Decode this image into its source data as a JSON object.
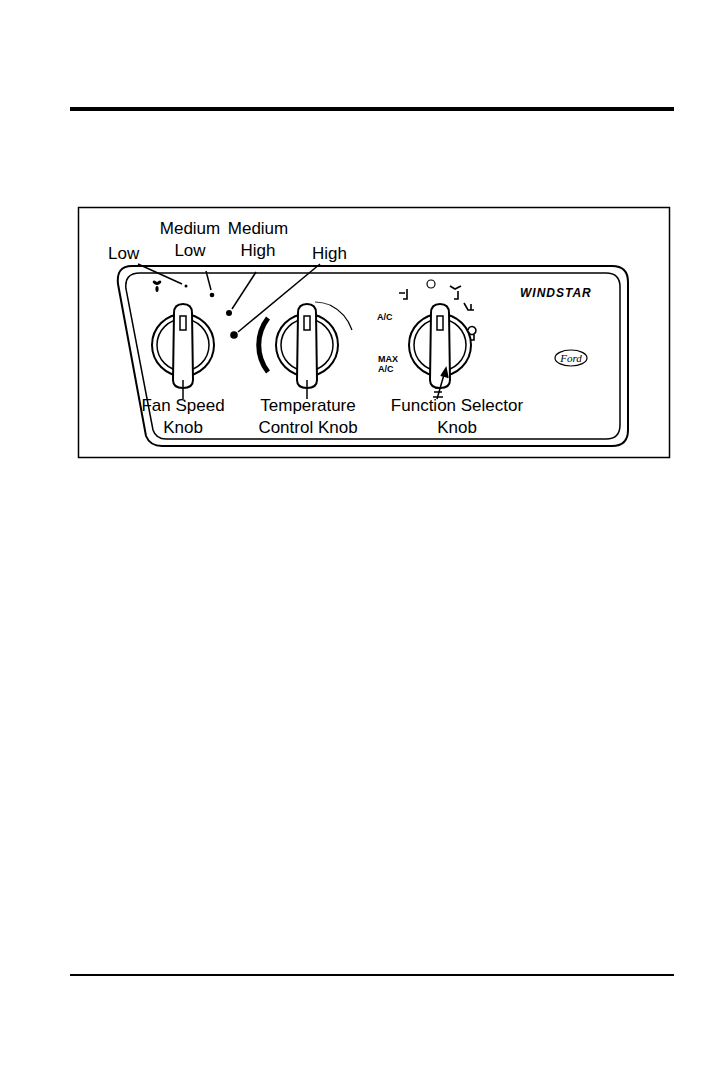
{
  "diagram": {
    "labels": [
      "Low",
      "Medium Low",
      "Medium High",
      "High",
      "Fan Speed Knob",
      "Temperature Control Knob",
      "Function Selector Knob",
      "A/C",
      "MAX A/C",
      "WINDSTAR",
      "Ford"
    ]
  }
}
